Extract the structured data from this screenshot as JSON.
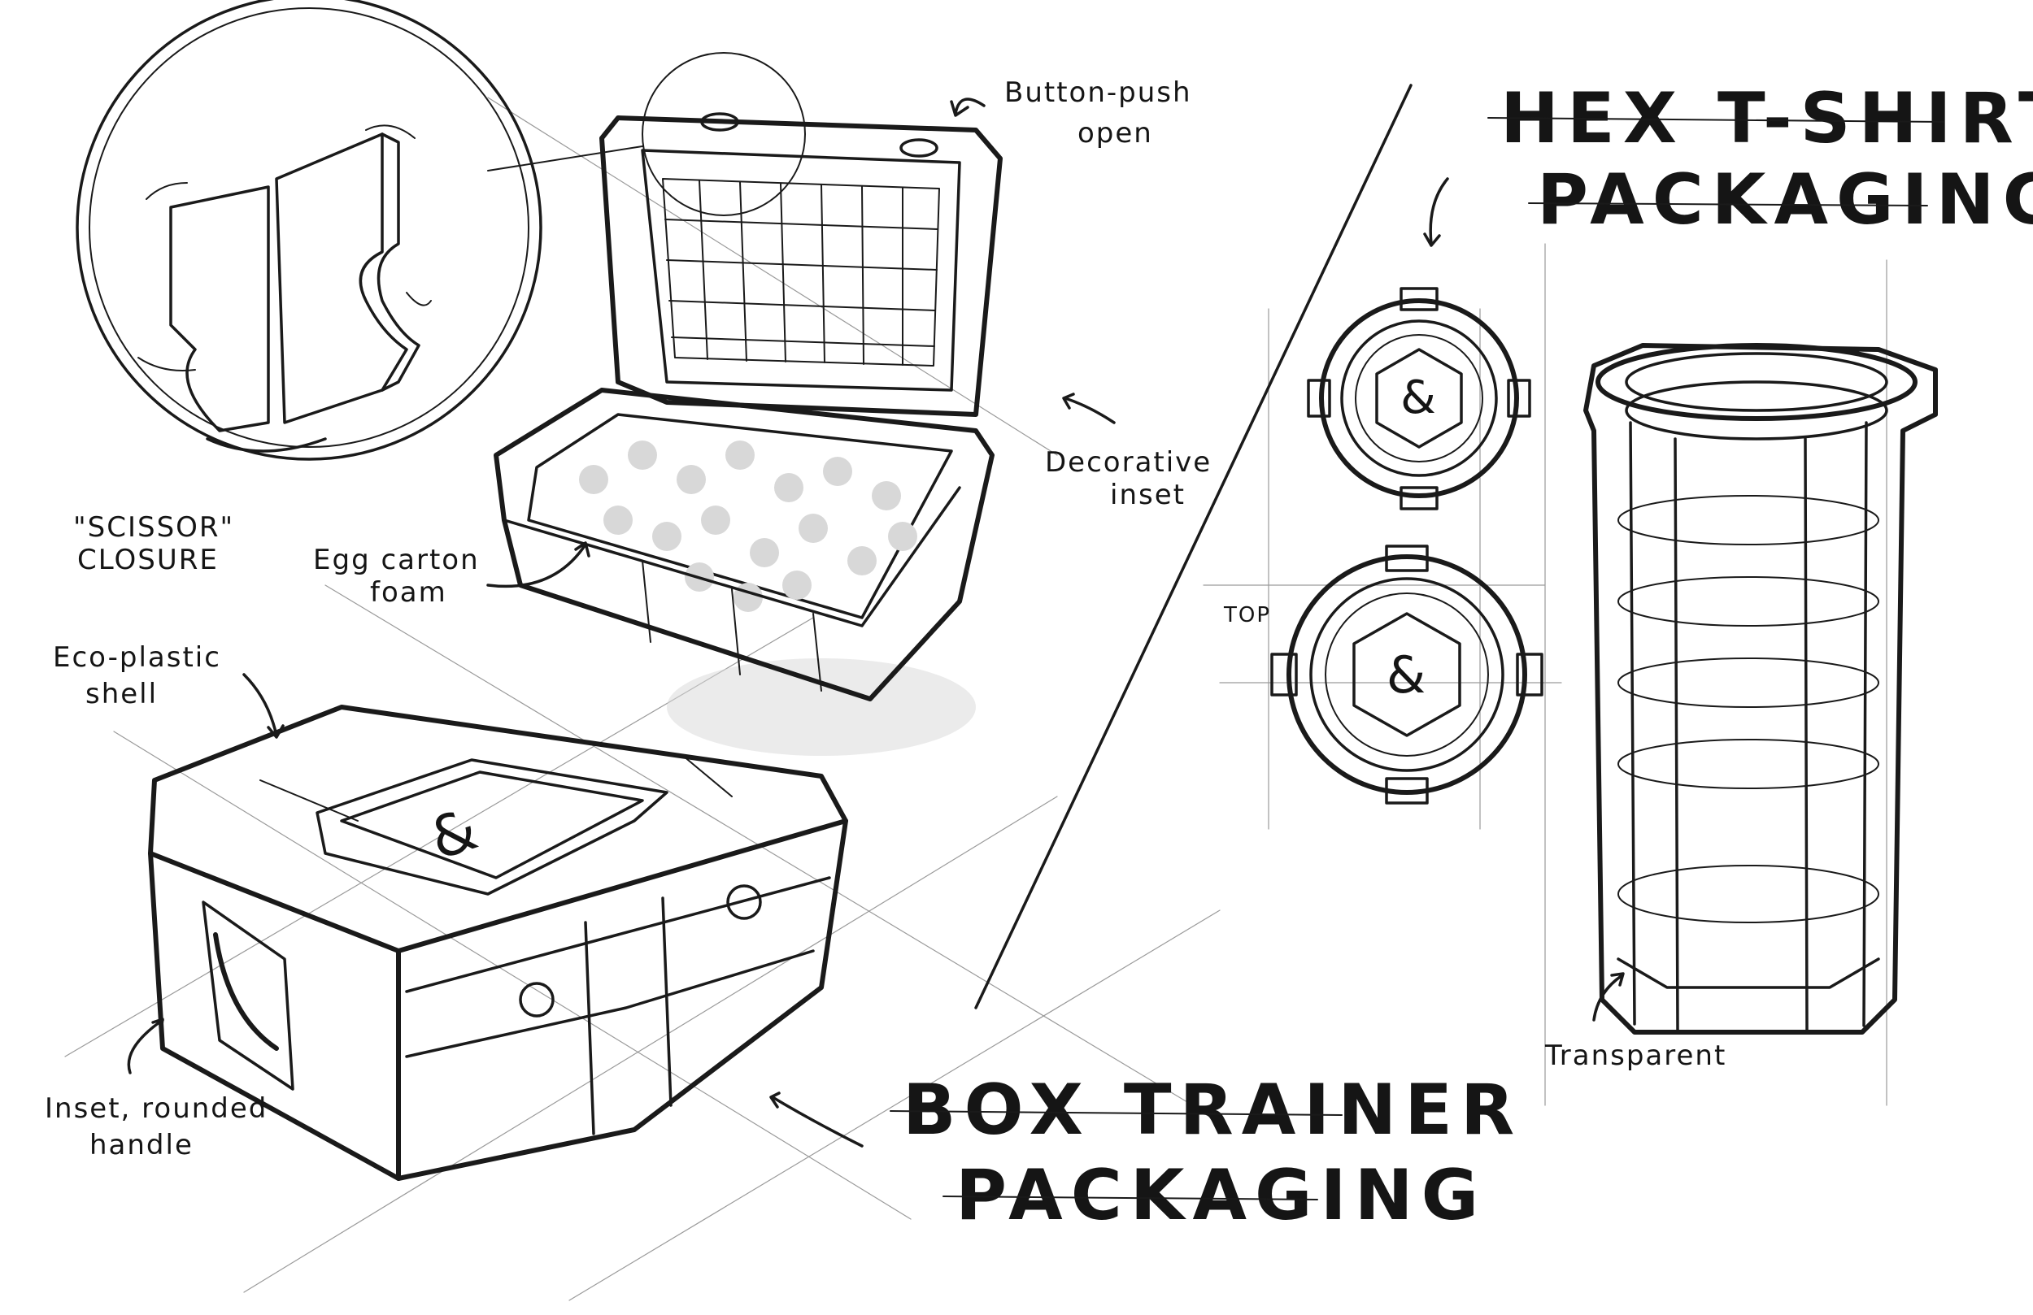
{
  "sketch": {
    "box": {
      "title_line1": "BOX TRAINER",
      "title_line2": "PACKAGING",
      "callouts": {
        "button": [
          "Button-push",
          "open"
        ],
        "scissor": [
          "\"SCISSOR\"",
          "CLOSURE"
        ],
        "egg": [
          "Egg carton",
          "foam"
        ],
        "decorative": [
          "Decorative",
          "inset"
        ],
        "eco": [
          "Eco-plastic",
          "shell"
        ],
        "handle": [
          "Inset, rounded",
          "handle"
        ]
      },
      "logo_glyph": "&"
    },
    "hex": {
      "title_line1": "HEX T-SHIRT",
      "title_line2": "PACKAGING",
      "callouts": {
        "top": "TOP",
        "transparent": "Transparent"
      },
      "logo_glyph": "&"
    }
  }
}
